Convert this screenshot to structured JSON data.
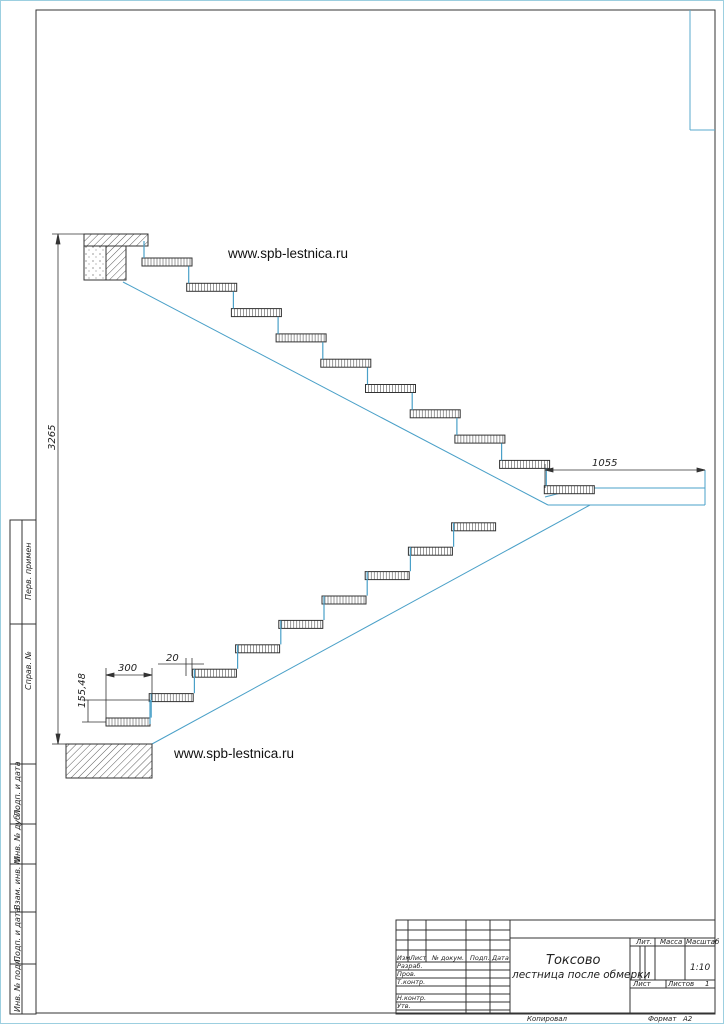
{
  "watermark_top": "www.spb-lestnica.ru",
  "watermark_bottom": "www.spb-lestnica.ru",
  "dimensions": {
    "height_total": "3265",
    "landing_length": "1055",
    "step_height": "155,48",
    "tread": "300",
    "nosing": "20"
  },
  "side_strip": {
    "perv_primen": "Перв. примен",
    "sprav_no": "Справ. №",
    "podp_data_1": "Подп. и дата",
    "inv_dubl": "Инв. № дубл.",
    "vzam_inv": "Взам. инв. №",
    "podp_data_2": "Подп. и дата",
    "inv_podl": "Инв. № подл."
  },
  "title_block": {
    "col_izm": "Изм",
    "col_list": "Лист",
    "col_dokum": "№ докум.",
    "col_podp": "Подп.",
    "col_data": "Дата",
    "row_razrab": "Разраб.",
    "row_prov": "Пров.",
    "row_tkontr": "Т.контр.",
    "row_nkontr": "Н.контр.",
    "row_utv": "Утв.",
    "title_main": "Токсово",
    "title_sub": "лестница после обмерки",
    "lit": "Лит.",
    "massa": "Масса",
    "masshtab": "Масштаб",
    "scale_value": "1:10",
    "list_label": "Лист",
    "listov_label": "Листов",
    "listov_value": "1",
    "kopiroval": "Копировал",
    "format_label": "Формат",
    "format_value": "A2"
  }
}
